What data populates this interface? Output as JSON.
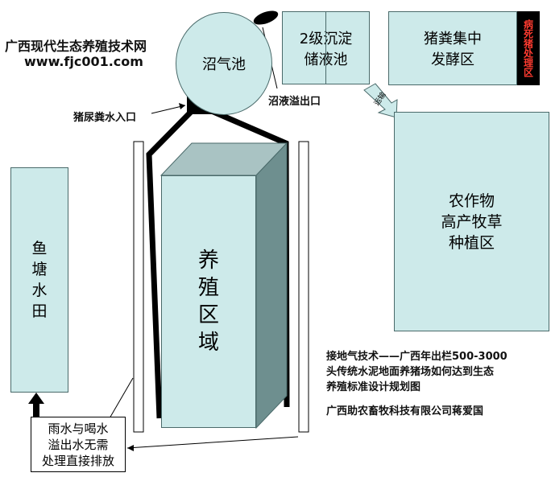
{
  "header": {
    "site_name": "广西现代生态养殖技术网",
    "site_url": "www.fjc001.com"
  },
  "zones": {
    "biogas": "沼气池",
    "sediment_line1": "2级沉淀",
    "sediment_line2": "储液池",
    "manure_line1": "猪粪集中",
    "manure_line2": "发酵区",
    "dead_pig": "病死猪处理区",
    "crop_line1": "农作物",
    "crop_line2": "高产牧草",
    "crop_line3": "种植区",
    "fish_pond": "鱼塘水田",
    "breeding": "养殖区域",
    "rain_line1": "雨水与喝水",
    "rain_line2": "溢出水无需",
    "rain_line3": "处理直接排放"
  },
  "labels": {
    "inlet": "猪尿粪水入口",
    "outlet": "沼液溢出口",
    "transport": "运输"
  },
  "info": {
    "title_line1": "接地气技术——广西年出栏500-3000",
    "title_line2": "头传统水泥地面养猪场如何达到生态",
    "title_line3": "养殖标准设计规划图",
    "author": "广西助农畜牧科技有限公司蒋爱国"
  },
  "colors": {
    "zone_fill": "#cdeaea",
    "dead_pig_bg": "#000000",
    "dead_pig_text": "#ff3b30"
  }
}
